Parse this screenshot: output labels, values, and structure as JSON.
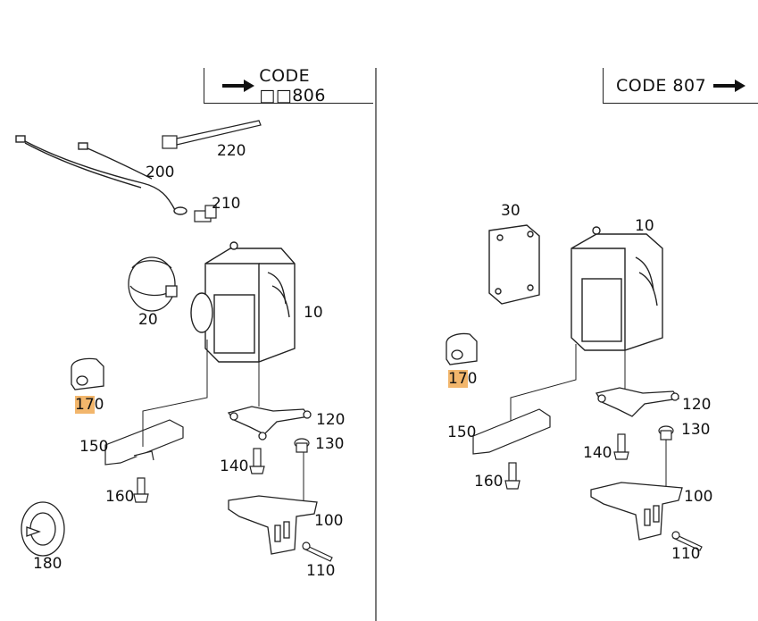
{
  "header_left": {
    "label": "CODE □□806",
    "arrow": "right-arrow"
  },
  "header_right": {
    "label": "CODE  807",
    "arrow": "right-arrow"
  },
  "left_panel": {
    "callouts": {
      "c200": "200",
      "c210": "210",
      "c220": "220",
      "c20": "20",
      "c10": "10",
      "c170_hl": "17",
      "c170_rest": "0",
      "c150": "150",
      "c120": "120",
      "c130": "130",
      "c140": "140",
      "c160": "160",
      "c100": "100",
      "c110": "110",
      "c180": "180"
    }
  },
  "right_panel": {
    "callouts": {
      "c30": "30",
      "c10": "10",
      "c170_hl": "17",
      "c170_rest": "0",
      "c150": "150",
      "c120": "120",
      "c130": "130",
      "c140": "140",
      "c160": "160",
      "c100": "100",
      "c110": "110"
    }
  },
  "colors": {
    "highlight": "#f2b66c",
    "line": "#222222"
  }
}
